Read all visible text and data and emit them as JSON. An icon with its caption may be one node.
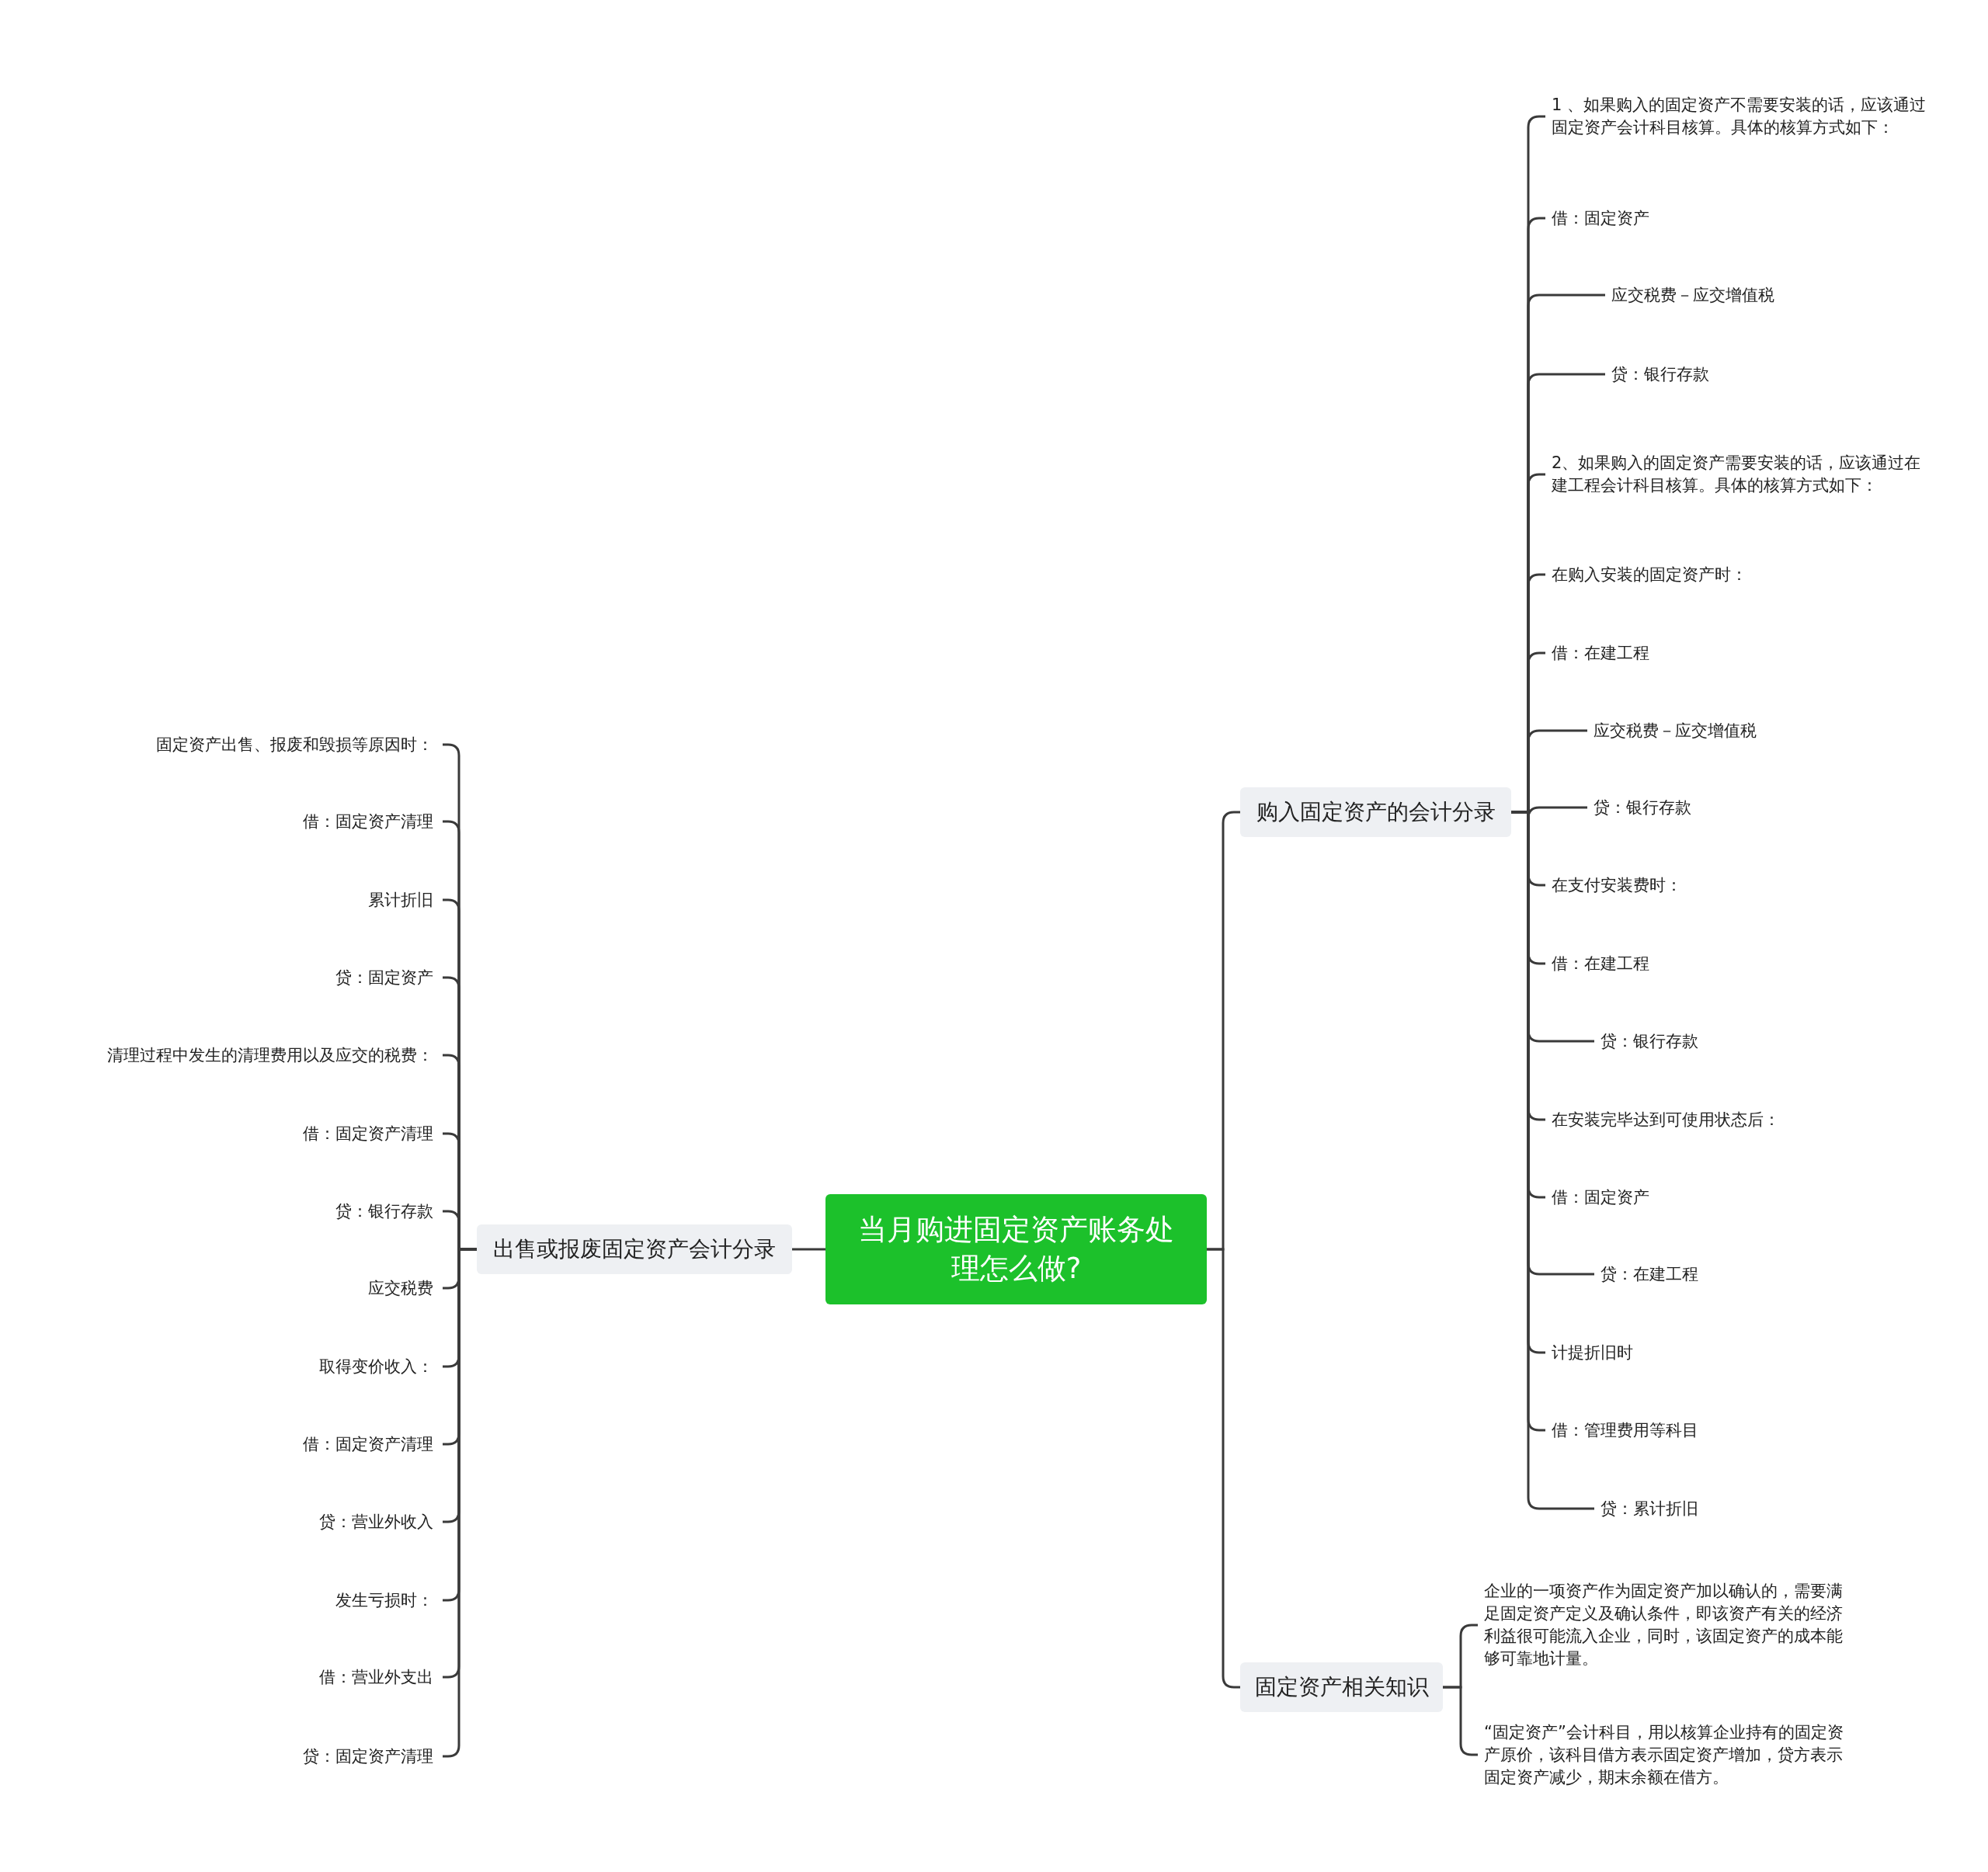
{
  "diagram": {
    "nodes": [
      {
        "text": [
          "当月购进固定资产账务处理怎么做?"
        ]
      },
      {
        "text": [
          "购入固定资产的会计分录"
        ]
      },
      {
        "text": [
          "1 、如果购入的固定资产不需要安装的话，应该通过固定资产会计科目核算。具体的核算方式如下："
        ]
      },
      {
        "text": [
          "借：固定资产"
        ]
      },
      {
        "text": [
          "应交税费－应交增值税"
        ]
      },
      {
        "text": [
          "贷：银行存款"
        ]
      },
      {
        "text": [
          "2、如果购入的固定资产需要安装的话，应该通过在建工程会计科目核算。具体的核算方式如下："
        ]
      },
      {
        "text": [
          "在购入安装的固定资产时："
        ]
      },
      {
        "text": [
          "借：在建工程"
        ]
      },
      {
        "text": [
          "应交税费－应交增值税"
        ]
      },
      {
        "text": [
          "贷：银行存款"
        ]
      },
      {
        "text": [
          "在支付安装费时："
        ]
      },
      {
        "text": [
          "借：在建工程"
        ]
      },
      {
        "text": [
          "贷：银行存款"
        ]
      },
      {
        "text": [
          "在安装完毕达到可使用状态后："
        ]
      },
      {
        "text": [
          "借：固定资产"
        ]
      },
      {
        "text": [
          "贷：在建工程"
        ]
      },
      {
        "text": [
          "计提折旧时"
        ]
      },
      {
        "text": [
          "借：管理费用等科目"
        ]
      },
      {
        "text": [
          "贷：累计折旧"
        ]
      },
      {
        "text": [
          "固定资产相关知识"
        ]
      },
      {
        "text": [
          "企业的一项资产作为固定资产加以确认的，需要满足固定资产定义及确认条件，即该资产有关的经济利益很可能流入企业，同时，该固定资产的成本能够可靠地计量。"
        ]
      },
      {
        "text": [
          "“固定资产”会计科目，用以核算企业持有的固定资产原价，该科目借方表示固定资产增加，贷方表示固定资产减少，期末余额在借方。"
        ]
      },
      {
        "text": [
          "出售或报废固定资产会计分录"
        ]
      },
      {
        "text": [
          "固定资产出售、报废和毁损等原因时："
        ]
      },
      {
        "text": [
          "借：固定资产清理"
        ]
      },
      {
        "text": [
          "累计折旧"
        ]
      },
      {
        "text": [
          "贷：固定资产"
        ]
      },
      {
        "text": [
          "清理过程中发生的清理费用以及应交的税费："
        ]
      },
      {
        "text": [
          "借：固定资产清理"
        ]
      },
      {
        "text": [
          "贷：银行存款"
        ]
      },
      {
        "text": [
          "应交税费"
        ]
      },
      {
        "text": [
          "取得变价收入："
        ]
      },
      {
        "text": [
          "借：固定资产清理"
        ]
      },
      {
        "text": [
          "贷：营业外收入"
        ]
      },
      {
        "text": [
          "发生亏损时："
        ]
      },
      {
        "text": [
          "借：营业外支出"
        ]
      },
      {
        "text": [
          "贷：固定资产清理"
        ]
      }
    ],
    "edges": [
      {
        "from": 0,
        "to": 1,
        "arrow": "none"
      },
      {
        "from": 0,
        "to": 20,
        "arrow": "none"
      },
      {
        "from": 0,
        "to": 23,
        "arrow": "none"
      },
      {
        "from": 1,
        "to": 2,
        "arrow": "none"
      },
      {
        "from": 1,
        "to": 3,
        "arrow": "none"
      },
      {
        "from": 1,
        "to": 4,
        "arrow": "none"
      },
      {
        "from": 1,
        "to": 5,
        "arrow": "none"
      },
      {
        "from": 1,
        "to": 6,
        "arrow": "none"
      },
      {
        "from": 1,
        "to": 7,
        "arrow": "none"
      },
      {
        "from": 1,
        "to": 8,
        "arrow": "none"
      },
      {
        "from": 1,
        "to": 9,
        "arrow": "none"
      },
      {
        "from": 1,
        "to": 10,
        "arrow": "none"
      },
      {
        "from": 1,
        "to": 11,
        "arrow": "none"
      },
      {
        "from": 1,
        "to": 12,
        "arrow": "none"
      },
      {
        "from": 1,
        "to": 13,
        "arrow": "none"
      },
      {
        "from": 1,
        "to": 14,
        "arrow": "none"
      },
      {
        "from": 1,
        "to": 15,
        "arrow": "none"
      },
      {
        "from": 1,
        "to": 16,
        "arrow": "none"
      },
      {
        "from": 1,
        "to": 17,
        "arrow": "none"
      },
      {
        "from": 1,
        "to": 18,
        "arrow": "none"
      },
      {
        "from": 1,
        "to": 19,
        "arrow": "none"
      },
      {
        "from": 20,
        "to": 21,
        "arrow": "none"
      },
      {
        "from": 20,
        "to": 22,
        "arrow": "none"
      },
      {
        "from": 23,
        "to": 24,
        "arrow": "none"
      },
      {
        "from": 23,
        "to": 25,
        "arrow": "none"
      },
      {
        "from": 23,
        "to": 26,
        "arrow": "none"
      },
      {
        "from": 23,
        "to": 27,
        "arrow": "none"
      },
      {
        "from": 23,
        "to": 28,
        "arrow": "none"
      },
      {
        "from": 23,
        "to": 29,
        "arrow": "none"
      },
      {
        "from": 23,
        "to": 30,
        "arrow": "none"
      },
      {
        "from": 23,
        "to": 31,
        "arrow": "none"
      },
      {
        "from": 23,
        "to": 32,
        "arrow": "none"
      },
      {
        "from": 23,
        "to": 33,
        "arrow": "none"
      },
      {
        "from": 23,
        "to": 34,
        "arrow": "none"
      },
      {
        "from": 23,
        "to": 35,
        "arrow": "none"
      },
      {
        "from": 23,
        "to": 36,
        "arrow": "none"
      },
      {
        "from": 23,
        "to": 37,
        "arrow": "none"
      }
    ]
  }
}
